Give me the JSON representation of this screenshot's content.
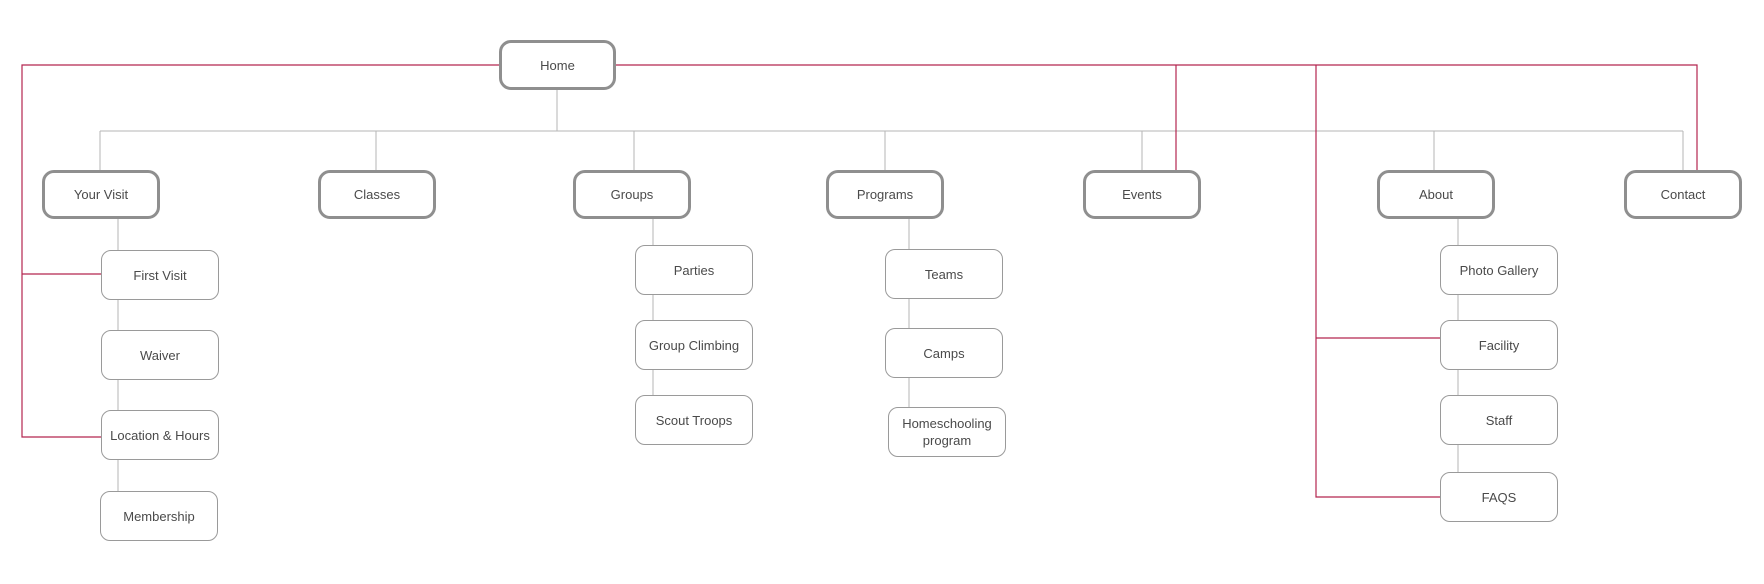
{
  "colors": {
    "tree_line": "#b5b5b5",
    "cross_link": "#b3264f",
    "border": "#8f8f8f",
    "text": "#4a4a4a"
  },
  "root": {
    "label": "Home"
  },
  "sections": [
    {
      "label": "Your Visit",
      "children": [
        "First Visit",
        "Waiver",
        "Location & Hours",
        "Membership"
      ]
    },
    {
      "label": "Classes",
      "children": []
    },
    {
      "label": "Groups",
      "children": [
        "Parties",
        "Group Climbing",
        "Scout Troops"
      ]
    },
    {
      "label": "Programs",
      "children": [
        "Teams",
        "Camps",
        "Homeschooling program"
      ]
    },
    {
      "label": "Events",
      "children": []
    },
    {
      "label": "About",
      "children": [
        "Photo Gallery",
        "Facility",
        "Staff",
        "FAQS"
      ]
    },
    {
      "label": "Contact",
      "children": []
    }
  ]
}
